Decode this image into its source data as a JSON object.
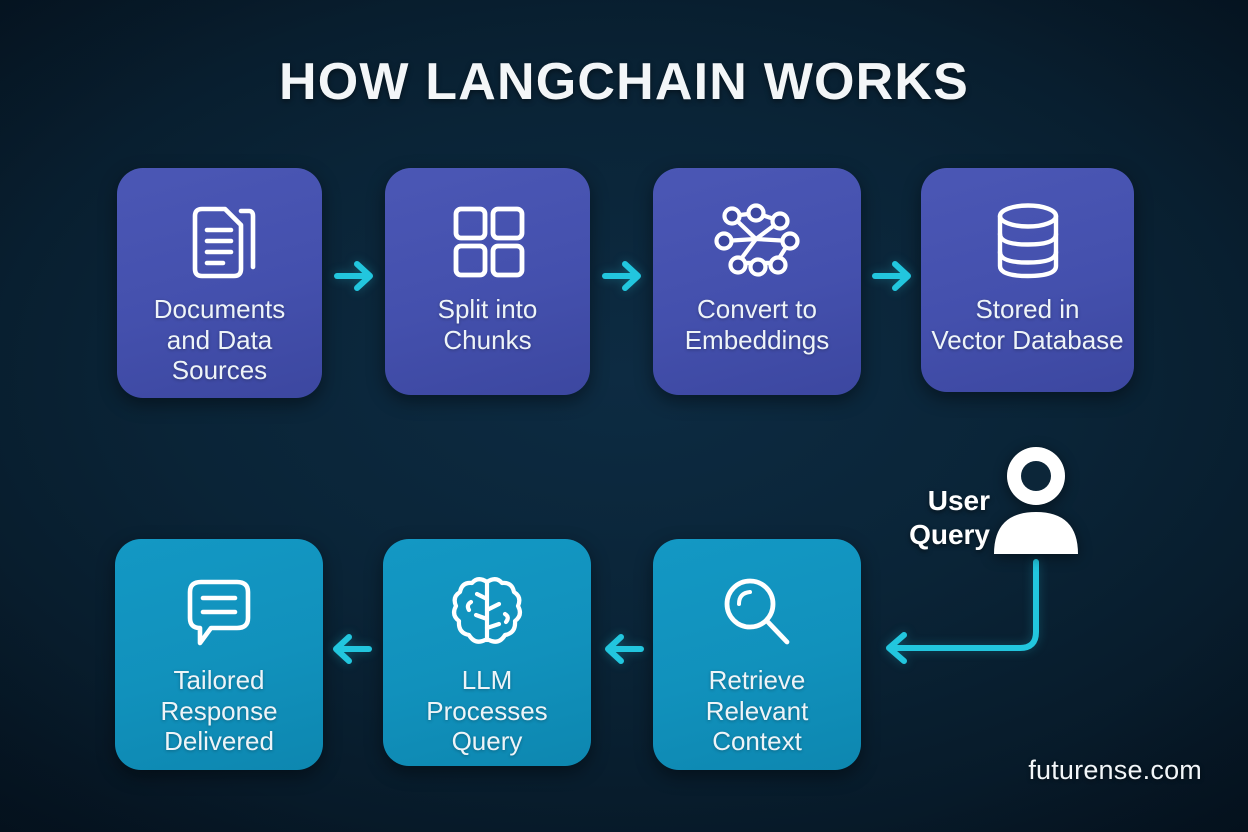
{
  "title": "HOW LANGCHAIN WORKS",
  "colors": {
    "background": "#0a2437",
    "top_card": "#4450ad",
    "bottom_card": "#1191bc",
    "arrow": "#22c6de",
    "text": "#eef4f8",
    "title": "#f3f6f8"
  },
  "pipeline": {
    "top_row": [
      {
        "id": "documents",
        "label": "Documents\nand Data\nSources",
        "icon": "document-stack-icon"
      },
      {
        "id": "chunks",
        "label": "Split into\nChunks",
        "icon": "grid-squares-icon"
      },
      {
        "id": "embeddings",
        "label": "Convert to\nEmbeddings",
        "icon": "neural-network-icon"
      },
      {
        "id": "vectordb",
        "label": "Stored in\nVector Database",
        "icon": "database-cylinder-icon"
      }
    ],
    "bottom_row": [
      {
        "id": "response",
        "label": "Tailored\nResponse\nDelivered",
        "icon": "chat-bubble-icon"
      },
      {
        "id": "llm",
        "label": "LLM\nProcesses\nQuery",
        "icon": "brain-icon"
      },
      {
        "id": "retrieve",
        "label": "Retrieve\nRelevant\nContext",
        "icon": "magnifier-icon"
      }
    ],
    "top_arrows_direction": "right",
    "bottom_arrows_direction": "left"
  },
  "user_query": {
    "label": "User\nQuery",
    "icon": "user-person-icon",
    "connector": "elbow-arrow-down-left"
  },
  "footer": {
    "brand": "futurense.com"
  }
}
